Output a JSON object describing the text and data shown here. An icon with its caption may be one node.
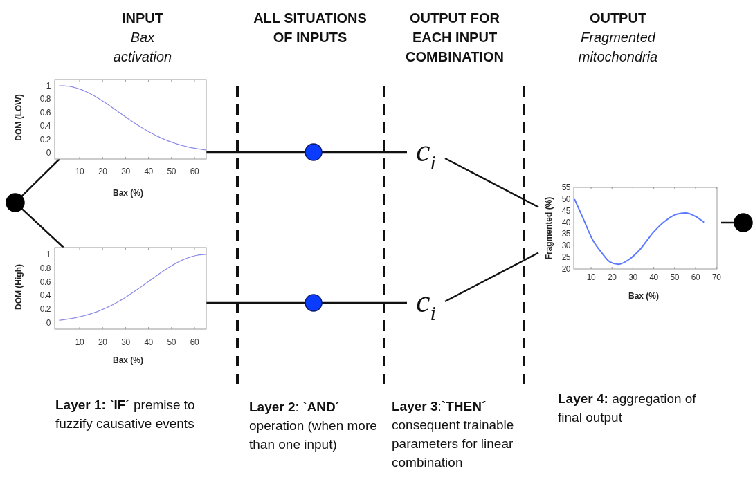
{
  "diagram": {
    "nodes": [
      {
        "text": [],
        "shape": "circle"
      },
      {
        "text": [],
        "shape": "picture"
      },
      {
        "text": [],
        "shape": "picture"
      },
      {
        "text": [],
        "shape": "circle"
      },
      {
        "text": [],
        "shape": "circle"
      },
      {
        "text": [
          "c$_{i}$"
        ]
      },
      {
        "text": [
          "c$_{i}$"
        ]
      },
      {
        "text": [],
        "shape": "picture"
      },
      {
        "text": [],
        "shape": "circle"
      }
    ],
    "edges": [
      {
        "from": 0,
        "to": 1,
        "arrow": "none"
      },
      {
        "from": 0,
        "to": 2,
        "arrow": "none"
      },
      {
        "from": 1,
        "to": 3,
        "arrow": "none"
      },
      {
        "from": 3,
        "to": 5,
        "arrow": "none"
      },
      {
        "from": 2,
        "to": 4,
        "arrow": "none"
      },
      {
        "from": 4,
        "to": 6,
        "arrow": "none"
      },
      {
        "from": 5,
        "to": 7,
        "arrow": "none"
      },
      {
        "from": 6,
        "to": 7,
        "arrow": "none"
      },
      {
        "from": 7,
        "to": 8,
        "arrow": "none"
      }
    ],
    "labels": [
      "INPUT",
      "Bax activation",
      "ALL SITUATIONS OF INPUTS",
      "OUTPUT FOR EACH INPUT COMBINATION",
      "OUTPUT",
      "Fragmented mitochondria",
      "DOM (LOW)",
      "1",
      "0.8",
      "0.6",
      "0.4",
      "0.2",
      "0",
      "10",
      "20",
      "30",
      "40",
      "50",
      "60",
      "Bax (%)",
      "Fragmented (%)",
      "55",
      "50",
      "45",
      "40",
      "35",
      "30",
      "25",
      "20",
      "10",
      "20",
      "30",
      "40",
      "50",
      "60",
      "70",
      "Bax (%)",
      "DOM (High)",
      "1",
      "0.8",
      "0.6",
      "0.4",
      "0.2",
      "0",
      "10",
      "20",
      "30",
      "40",
      "50",
      "60",
      "Bax (%)",
      "**Layer 1: `IF´** premise to fuzzify causative events",
      "**Layer 2**: **`AND´** operation (when more than one input)",
      "**Layer 3**:**`THEN´** consequent trainable parameters for linear combination",
      "**Layer 4:** aggregation of final output"
    ]
  }
}
